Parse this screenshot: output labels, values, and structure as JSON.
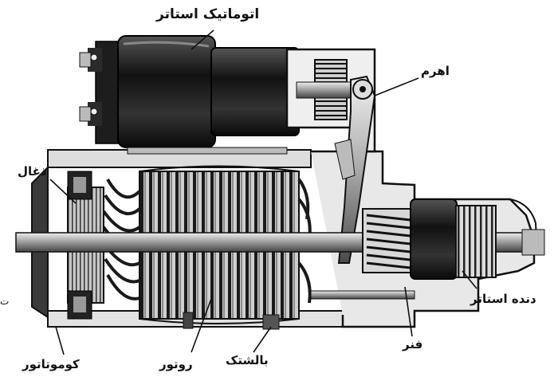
{
  "diagram": {
    "labels": {
      "solenoid": "اتوماتیک استاتر",
      "lever": "اهرم",
      "brush": "ذغال",
      "pinion": "دنده استاتر",
      "spring": "فنر",
      "bushing": "بالشتک",
      "rotor": "روتور",
      "commutator": "کوموتاتور",
      "edge_mark": "ت"
    },
    "colors": {
      "ink": "#111111",
      "metal_dark": "#2b2b2b",
      "metal_mid": "#7a7a7a",
      "metal_light": "#d6d6d6",
      "background": "#ffffff"
    }
  }
}
